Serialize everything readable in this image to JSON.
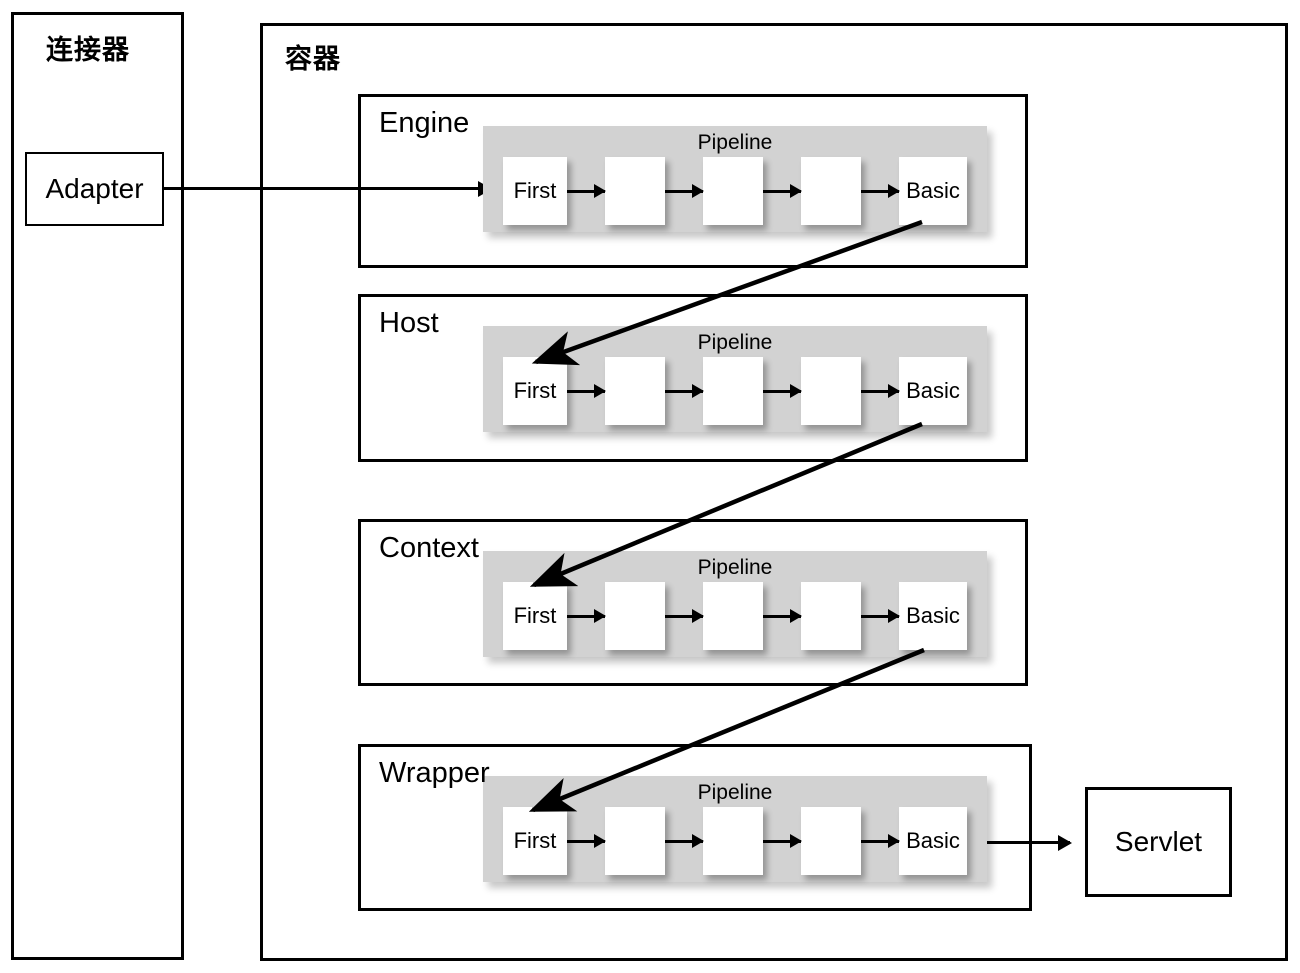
{
  "diagram": {
    "title": "Tomcat Connector and Container pipeline flow",
    "colors": {
      "stroke": "#000000",
      "pipeline_fill": "#d2d2d2",
      "valve_fill": "#ffffff",
      "page_bg": "#ffffff"
    }
  },
  "connector_panel": {
    "label": "连接器",
    "adapter": {
      "label": "Adapter"
    }
  },
  "container_panel": {
    "label": "容器"
  },
  "servlet": {
    "label": "Servlet"
  },
  "pipeline_title": "Pipeline",
  "sections": [
    {
      "name": "Engine",
      "label": "Engine",
      "pipeline": {
        "title": "Pipeline",
        "valves": [
          {
            "label": "First"
          },
          {
            "label": ""
          },
          {
            "label": ""
          },
          {
            "label": ""
          },
          {
            "label": "Basic"
          }
        ]
      }
    },
    {
      "name": "Host",
      "label": "Host",
      "pipeline": {
        "title": "Pipeline",
        "valves": [
          {
            "label": "First"
          },
          {
            "label": ""
          },
          {
            "label": ""
          },
          {
            "label": ""
          },
          {
            "label": "Basic"
          }
        ]
      }
    },
    {
      "name": "Context",
      "label": "Context",
      "pipeline": {
        "title": "Pipeline",
        "valves": [
          {
            "label": "First"
          },
          {
            "label": ""
          },
          {
            "label": ""
          },
          {
            "label": ""
          },
          {
            "label": "Basic"
          }
        ]
      }
    },
    {
      "name": "Wrapper",
      "label": "Wrapper",
      "pipeline": {
        "title": "Pipeline",
        "valves": [
          {
            "label": "First"
          },
          {
            "label": ""
          },
          {
            "label": ""
          },
          {
            "label": ""
          },
          {
            "label": "Basic"
          }
        ]
      }
    }
  ],
  "flow_links": [
    {
      "from": "adapter",
      "to": "engine-first",
      "kind": "horizontal-arrow"
    },
    {
      "from": "engine-basic",
      "to": "host-first",
      "kind": "diagonal-arrow"
    },
    {
      "from": "host-basic",
      "to": "context-first",
      "kind": "diagonal-arrow"
    },
    {
      "from": "context-basic",
      "to": "wrapper-first",
      "kind": "diagonal-arrow"
    },
    {
      "from": "wrapper-basic",
      "to": "servlet",
      "kind": "horizontal-arrow"
    }
  ]
}
